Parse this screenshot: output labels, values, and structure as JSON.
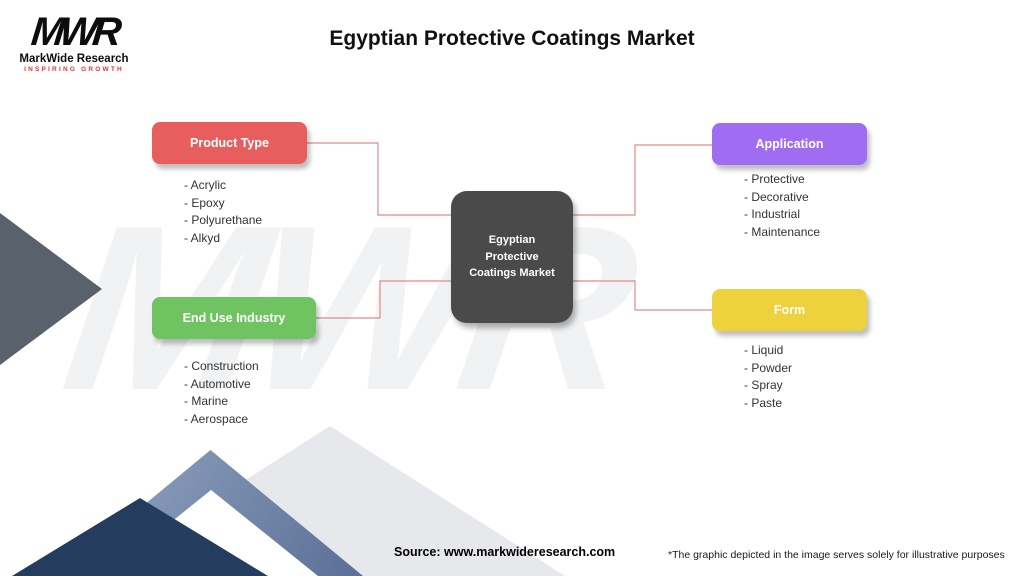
{
  "logo": {
    "monogram": "MWR",
    "brand": "MarkWide Research",
    "tagline": "Inspiring Growth"
  },
  "title": "Egyptian Protective Coatings Market",
  "watermark": "MWR",
  "center_node": {
    "label": "Egyptian Protective Coatings Market"
  },
  "nodes": {
    "product_type": {
      "label": "Product Type",
      "items": [
        "- Acrylic",
        "- Epoxy",
        "- Polyurethane",
        "- Alkyd"
      ]
    },
    "application": {
      "label": "Application",
      "items": [
        "- Protective",
        "- Decorative",
        "- Industrial",
        "- Maintenance"
      ]
    },
    "end_use": {
      "label": "End Use Industry",
      "items": [
        "- Construction",
        "- Automotive",
        "- Marine",
        "- Aerospace"
      ]
    },
    "form": {
      "label": "Form",
      "items": [
        "- Liquid",
        "- Powder",
        "- Spray",
        "- Paste"
      ]
    }
  },
  "colors": {
    "product_type": "#e85d5d",
    "application": "#a06df2",
    "end_use": "#6fc360",
    "form": "#eed23d",
    "center": "#4a4a4a",
    "connector": "#dd8b8b"
  },
  "footer": {
    "source_label": "Source:",
    "source_url": "www.markwideresearch.com",
    "disclaimer": "*The graphic depicted in the image serves solely for illustrative purposes"
  }
}
